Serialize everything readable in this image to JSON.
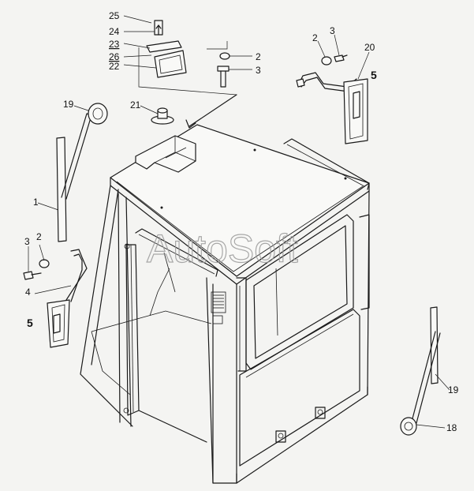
{
  "watermark": "AutoSoft",
  "labels": {
    "l25": "25",
    "l24": "24",
    "l23": "23",
    "l26": "26",
    "l22": "22",
    "l2_top": "2",
    "l3_top": "3",
    "l2_tr": "2",
    "l3_tr": "3",
    "l20": "20",
    "l5_tr": "5",
    "l19_tl": "19",
    "l21": "21",
    "l1": "1",
    "l3_l": "3",
    "l2_l": "2",
    "l4": "4",
    "l5_l": "5",
    "l19_r": "19",
    "l18": "18"
  }
}
